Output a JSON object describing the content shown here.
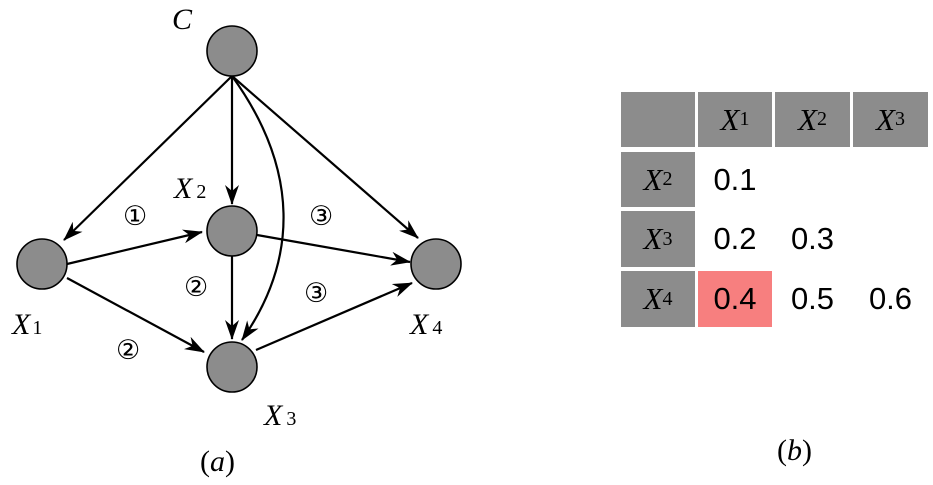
{
  "diagram_a": {
    "nodes": {
      "c": {
        "label": "C",
        "sub": ""
      },
      "x1": {
        "label": "X",
        "sub": "1"
      },
      "x2": {
        "label": "X",
        "sub": "2"
      },
      "x3": {
        "label": "X",
        "sub": "3"
      },
      "x4": {
        "label": "X",
        "sub": "4"
      }
    },
    "edge_labels": {
      "x1_x2": "①",
      "x1_x3": "②",
      "x2_x3": "②",
      "x2_x4": "③",
      "x3_x4": "③"
    },
    "caption": {
      "open": "(",
      "letter": "a",
      "close": ")"
    }
  },
  "table_b": {
    "col_headers": [
      {
        "label": "X",
        "sub": "1"
      },
      {
        "label": "X",
        "sub": "2"
      },
      {
        "label": "X",
        "sub": "3"
      }
    ],
    "row_headers": [
      {
        "label": "X",
        "sub": "2"
      },
      {
        "label": "X",
        "sub": "3"
      },
      {
        "label": "X",
        "sub": "4"
      }
    ],
    "rows": [
      [
        "0.1",
        "",
        ""
      ],
      [
        "0.2",
        "0.3",
        ""
      ],
      [
        "0.4",
        "0.5",
        "0.6"
      ]
    ],
    "highlight": {
      "row": 2,
      "col": 0,
      "color": "#f77f7f"
    },
    "header_color": "#8c8c8c",
    "caption": {
      "open": "(",
      "letter": "b",
      "close": ")"
    }
  }
}
